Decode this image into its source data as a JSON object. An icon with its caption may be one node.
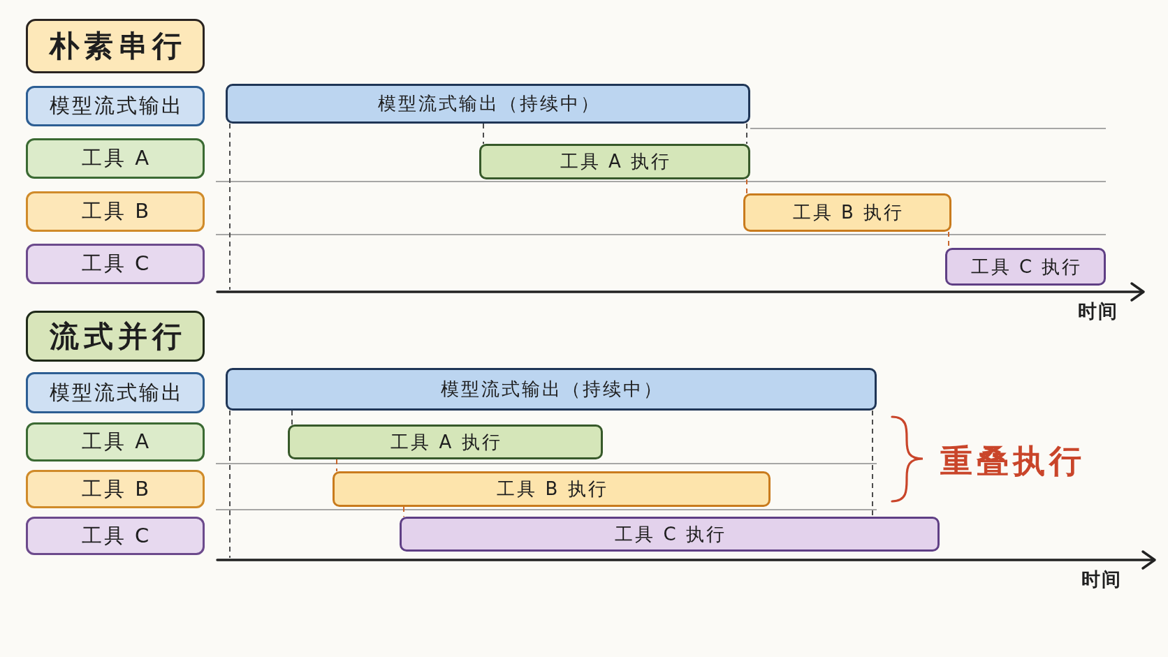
{
  "diagram": {
    "nodes": [
      {
        "text": [
          "朴素串行"
        ]
      },
      {
        "text": [
          "模型流式输出"
        ]
      },
      {
        "text": [
          "工具 A"
        ]
      },
      {
        "text": [
          "工具 B"
        ]
      },
      {
        "text": [
          "工具 C"
        ]
      },
      {
        "text": [
          "模型流式输出（持续中）"
        ]
      },
      {
        "text": [
          "工具 A 执行"
        ]
      },
      {
        "text": [
          "工具 B 执行"
        ]
      },
      {
        "text": [
          "工具 C 执行"
        ]
      },
      {
        "text": [
          "流式并行"
        ]
      },
      {
        "text": [
          "模型流式输出"
        ]
      },
      {
        "text": [
          "工具 A"
        ]
      },
      {
        "text": [
          "工具 B"
        ]
      },
      {
        "text": [
          "工具 C"
        ]
      },
      {
        "text": [
          "模型流式输出（持续中）"
        ]
      },
      {
        "text": [
          "工具 A 执行"
        ]
      },
      {
        "text": [
          "工具 B 执行"
        ]
      },
      {
        "text": [
          "工具 C 执行"
        ]
      }
    ],
    "edges": [
      {
        "from": 5,
        "to": 6,
        "arrow": "none",
        "style": "dashed"
      },
      {
        "from": 5,
        "to": 6,
        "arrow": "none",
        "style": "dashed"
      },
      {
        "from": 6,
        "to": 7,
        "arrow": "none",
        "style": "dashed",
        "color": "#c8662c"
      },
      {
        "from": 7,
        "to": 8,
        "arrow": "none",
        "style": "dashed",
        "color": "#c8662c"
      },
      {
        "from": 14,
        "to": 15,
        "arrow": "none",
        "style": "dashed"
      },
      {
        "from": 15,
        "to": 16,
        "arrow": "none",
        "style": "dashed",
        "color": "#c8662c"
      },
      {
        "from": 16,
        "to": 17,
        "arrow": "none",
        "style": "dashed",
        "color": "#c8662c"
      },
      {
        "from": 14,
        "to": 17,
        "arrow": "none",
        "style": "dashed"
      }
    ],
    "labels": [
      "时间",
      "重叠执行",
      "时间"
    ]
  }
}
